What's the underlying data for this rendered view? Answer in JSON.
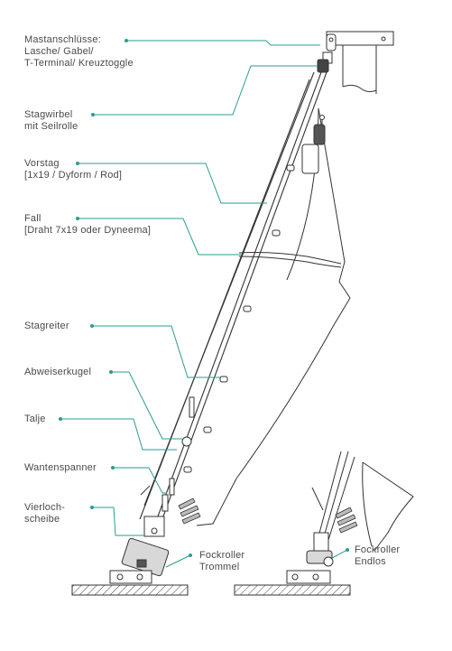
{
  "accent_color": "#2a9d8f",
  "line_color": "#3a3a3a",
  "labels": {
    "mast_fittings": [
      "Mastanschlüsse:",
      "Lasche/ Gabel/",
      "T-Terminal/ Kreuztoggle"
    ],
    "swivel": [
      "Stagwirbel",
      "mit Seilrolle"
    ],
    "forestay": [
      "Vorstag",
      "[1x19 / Dyform / Rod]"
    ],
    "halyard": [
      "Fall",
      "[Draht 7x19 oder Dyneema]"
    ],
    "luff_slides": [
      "Stagreiter"
    ],
    "deflector_ball": [
      "Abweiserkugel"
    ],
    "tackle": [
      "Talje"
    ],
    "turnbuckle": [
      "Wantenspanner"
    ],
    "four_hole_plate": [
      "Vierloch-",
      "scheibe"
    ],
    "drum_furler": [
      "Fockroller",
      "Trommel"
    ],
    "endless_furler": [
      "Fockroller",
      "Endlos"
    ]
  },
  "icons": {
    "leader_marker": "dot",
    "mast": "mast-section-icon",
    "drum_furler": "drum-furler-icon",
    "endless_furler": "endless-furler-icon"
  }
}
